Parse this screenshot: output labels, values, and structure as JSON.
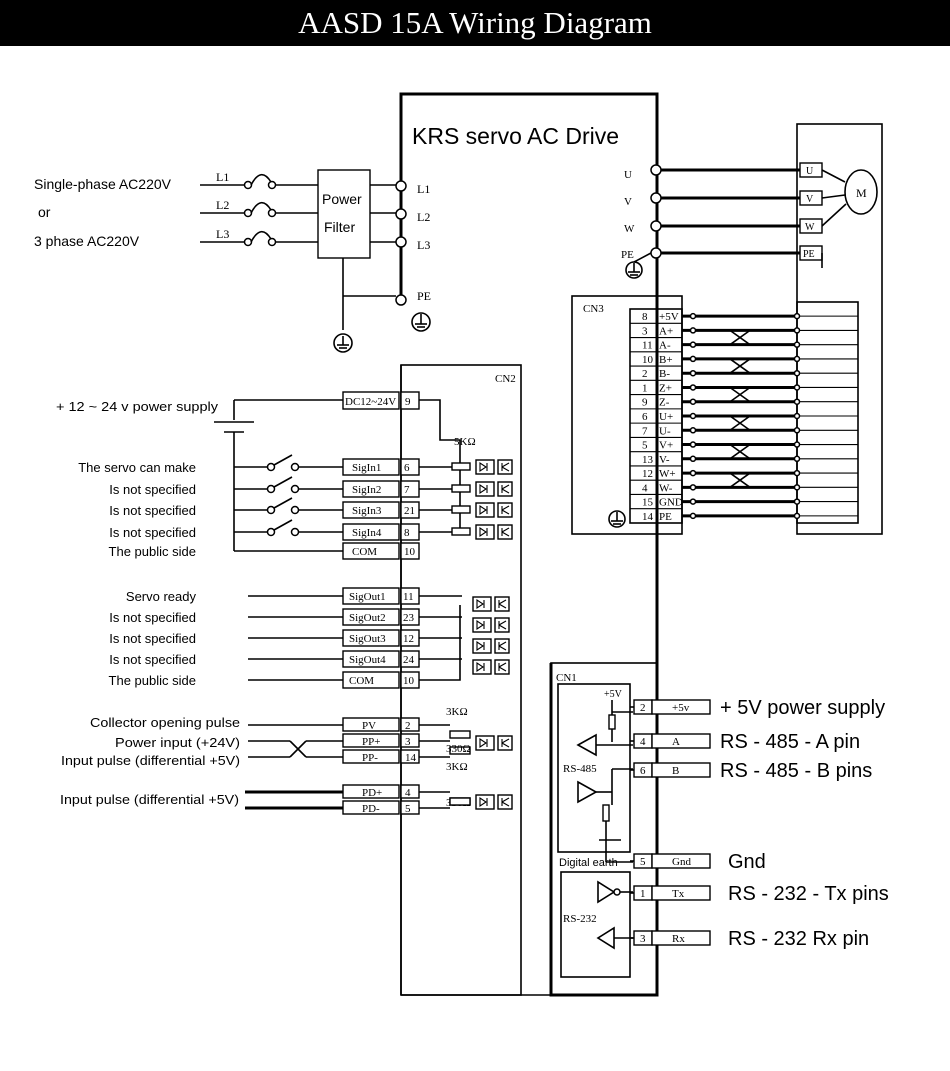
{
  "title": "AASD 15A Wiring Diagram",
  "drive_title": "KRS servo AC Drive",
  "power": {
    "source_lines": [
      "Single-phase AC220V",
      "or",
      "3 phase AC220V"
    ],
    "filter_lines": [
      "Power",
      "Filter"
    ],
    "input_lines": [
      "L1",
      "L2",
      "L3"
    ],
    "drive_terminals": [
      "L1",
      "L2",
      "L3",
      "PE"
    ]
  },
  "motor": {
    "terminals": [
      "U",
      "V",
      "W",
      "PE"
    ],
    "motor_label": "M"
  },
  "cn3": {
    "label": "CN3",
    "rows": [
      {
        "pin": "8",
        "signal": "+5V"
      },
      {
        "pin": "3",
        "signal": "A+"
      },
      {
        "pin": "11",
        "signal": "A-"
      },
      {
        "pin": "10",
        "signal": "B+"
      },
      {
        "pin": "2",
        "signal": "B-"
      },
      {
        "pin": "1",
        "signal": "Z+"
      },
      {
        "pin": "9",
        "signal": "Z-"
      },
      {
        "pin": "6",
        "signal": "U+"
      },
      {
        "pin": "7",
        "signal": "U-"
      },
      {
        "pin": "5",
        "signal": "V+"
      },
      {
        "pin": "13",
        "signal": "V-"
      },
      {
        "pin": "12",
        "signal": "W+"
      },
      {
        "pin": "4",
        "signal": "W-"
      },
      {
        "pin": "15",
        "signal": "GND"
      },
      {
        "pin": "14",
        "signal": "PE"
      }
    ]
  },
  "cn2": {
    "label": "CN2",
    "supply_label": "+ 12 ~ 24 v power supply",
    "supply_terminal": {
      "name": "DC12~24V",
      "pin": "9"
    },
    "resistor": "5KΩ",
    "inputs": [
      {
        "desc": "The servo can make",
        "name": "SigIn1",
        "pin": "6"
      },
      {
        "desc": "Is not specified",
        "name": "SigIn2",
        "pin": "7"
      },
      {
        "desc": "Is not specified",
        "name": "SigIn3",
        "pin": "21"
      },
      {
        "desc": "Is not specified",
        "name": "SigIn4",
        "pin": "8"
      },
      {
        "desc": "The public side",
        "name": "COM",
        "pin": "10"
      }
    ],
    "outputs": [
      {
        "desc": "Servo ready",
        "name": "SigOut1",
        "pin": "11"
      },
      {
        "desc": "Is not specified",
        "name": "SigOut2",
        "pin": "23"
      },
      {
        "desc": "Is not specified",
        "name": "SigOut3",
        "pin": "12"
      },
      {
        "desc": "Is not specified",
        "name": "SigOut4",
        "pin": "24"
      },
      {
        "desc": "The public side",
        "name": "COM",
        "pin": "10"
      }
    ],
    "pulse_labels": [
      "Collector opening pulse",
      "Power input (+24V)",
      "Input pulse (differential +5V)"
    ],
    "pulse_pins": [
      {
        "name": "PV",
        "pin": "2"
      },
      {
        "name": "PP+",
        "pin": "3"
      },
      {
        "name": "PP-",
        "pin": "14"
      }
    ],
    "dir_label": "Input pulse (differential +5V)",
    "dir_pins": [
      {
        "name": "PD+",
        "pin": "4"
      },
      {
        "name": "PD-",
        "pin": "5"
      }
    ],
    "res_3k": "3KΩ",
    "res_330": "330Ω"
  },
  "cn1": {
    "label": "CN1",
    "vcc": "+5V",
    "rs485_label": "RS-485",
    "rs232_label": "RS-232",
    "earth_label": "Digital earth",
    "rows": [
      {
        "pin": "2",
        "signal": "+5v",
        "desc": "+ 5V power supply"
      },
      {
        "pin": "4",
        "signal": "A",
        "desc": "RS - 485 - A pin"
      },
      {
        "pin": "6",
        "signal": "B",
        "desc": "RS - 485 - B pins"
      },
      {
        "pin": "5",
        "signal": "Gnd",
        "desc": "Gnd"
      },
      {
        "pin": "1",
        "signal": "Tx",
        "desc": "RS - 232 - Tx pins"
      },
      {
        "pin": "3",
        "signal": "Rx",
        "desc": "RS - 232 Rx pin"
      }
    ]
  }
}
